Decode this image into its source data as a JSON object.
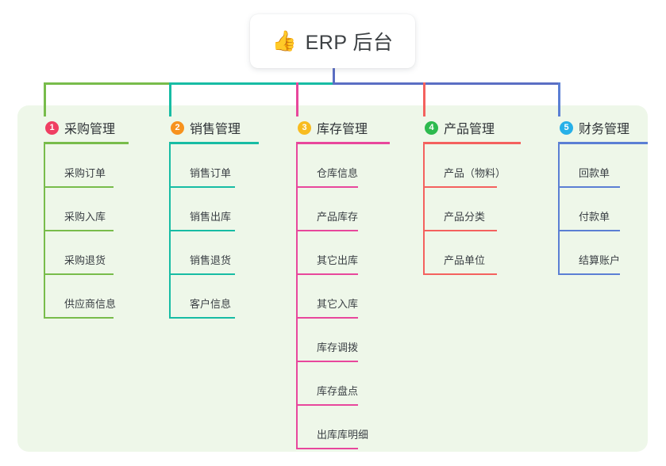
{
  "root": {
    "icon": "thumbs-up-icon",
    "emoji": "👍",
    "title": "ERP 后台"
  },
  "theme": {
    "panel_bg": "#eef7e9",
    "card_bg": "#ffffff",
    "text": "#3c4043"
  },
  "connector": {
    "stem_color": "#5b6ec4",
    "segments": [
      {
        "color": "#78bc4b"
      },
      {
        "color": "#17bca4"
      },
      {
        "color": "#5b6ec4"
      }
    ]
  },
  "columns": [
    {
      "number": "1",
      "label": "采购管理",
      "badge_color": "#ef3f62",
      "line_color": "#78bc4b",
      "drop_color": "#78bc4b",
      "leaves": [
        {
          "label": "采购订单"
        },
        {
          "label": "采购入库"
        },
        {
          "label": "采购退货"
        },
        {
          "label": "供应商信息"
        }
      ]
    },
    {
      "number": "2",
      "label": "销售管理",
      "badge_color": "#f7921e",
      "line_color": "#17bca4",
      "drop_color": "#17bca4",
      "leaves": [
        {
          "label": "销售订单"
        },
        {
          "label": "销售出库"
        },
        {
          "label": "销售退货"
        },
        {
          "label": "客户信息"
        }
      ]
    },
    {
      "number": "3",
      "label": "库存管理",
      "badge_color": "#f8bc20",
      "line_color": "#e8479c",
      "drop_color": "#e8479c",
      "leaves": [
        {
          "label": "仓库信息"
        },
        {
          "label": "产品库存"
        },
        {
          "label": "其它出库"
        },
        {
          "label": "其它入库"
        },
        {
          "label": "库存调拨"
        },
        {
          "label": "库存盘点"
        },
        {
          "label": "出库库明细"
        }
      ]
    },
    {
      "number": "4",
      "label": "产品管理",
      "badge_color": "#2dba4e",
      "line_color": "#f4615e",
      "drop_color": "#f4615e",
      "leaves": [
        {
          "label": "产品（物料）"
        },
        {
          "label": "产品分类"
        },
        {
          "label": "产品单位"
        }
      ]
    },
    {
      "number": "5",
      "label": "财务管理",
      "badge_color": "#27b0e8",
      "line_color": "#5b7fd4",
      "drop_color": "#5b7fd4",
      "leaves": [
        {
          "label": "回款单"
        },
        {
          "label": "付款单"
        },
        {
          "label": "结算账户"
        }
      ]
    }
  ]
}
